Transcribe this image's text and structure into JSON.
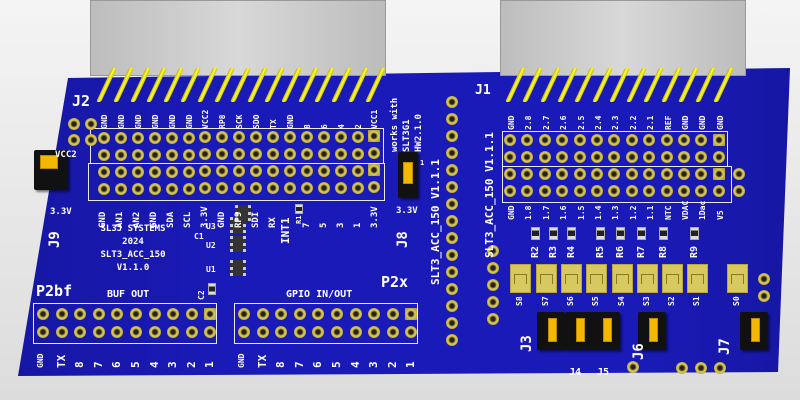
{
  "board": {
    "color": "#1a1ab8",
    "pad_color": "#e0cf60",
    "j2": {
      "ref": "J2",
      "top_labels": [
        "GND",
        "GND",
        "GND",
        "GND",
        "GND",
        "GND",
        "VCC2",
        "RP8",
        "SCK",
        "SDO",
        "TX",
        "GND",
        "8",
        "6",
        "4",
        "2",
        "VCC1"
      ],
      "bottom_labels": [
        "GND",
        "AN1",
        "AN2",
        "GND",
        "SDA",
        "SCL",
        "3.3V",
        "GND",
        "RP9",
        "SDI",
        "RX",
        "",
        "7",
        "5",
        "3",
        "1",
        "3.3V"
      ]
    },
    "j1": {
      "ref": "J1",
      "top_labels": [
        "GND",
        "2.8",
        "2.7",
        "2.6",
        "2.5",
        "2.4",
        "2.3",
        "2.2",
        "2.1",
        "REF",
        "GND",
        "GND",
        "GND"
      ],
      "bottom_labels": [
        "GND",
        "1.8",
        "1.7",
        "1.6",
        "1.5",
        "1.4",
        "1.3",
        "1.2",
        "1.1",
        "NTC",
        "VDAC",
        "1Dac",
        "V5"
      ]
    },
    "note": [
      "works with",
      "SLT3G1",
      "HW2.1.0"
    ],
    "version_label": "SLT3_ACC_150 V1.1.1",
    "info": [
      "SL3J SYSTEMS",
      "2024",
      "SLT3_ACC_150",
      "V1.1.0"
    ],
    "int1": "INT1",
    "r1": "R1",
    "chips": [
      "U3",
      "U2",
      "U1"
    ],
    "caps": [
      "C1",
      "C2"
    ],
    "j9": {
      "ref": "J9",
      "top": "VCC2",
      "bottom": "3.3V"
    },
    "j8": {
      "ref": "J8",
      "top": "1",
      "bottom": "3.3V"
    },
    "p2bf": {
      "ref": "P2bf",
      "title": "BUF OUT",
      "labels": [
        "GND",
        "TX",
        "8",
        "7",
        "6",
        "5",
        "4",
        "3",
        "2",
        "1"
      ]
    },
    "p2x": {
      "ref": "P2x",
      "title": "GPIO IN/OUT",
      "labels": [
        "GND",
        "TX",
        "8",
        "7",
        "6",
        "5",
        "4",
        "3",
        "2",
        "1"
      ]
    },
    "resistors": [
      "R2",
      "R3",
      "R4",
      "R5",
      "R6",
      "R7",
      "R8",
      "R9"
    ],
    "switches": [
      "S8",
      "S7",
      "S6",
      "S5",
      "S4",
      "S3",
      "S2",
      "S1",
      "S0"
    ],
    "jumpers": [
      "J3",
      "J4",
      "J5",
      "J6",
      "J7"
    ]
  }
}
